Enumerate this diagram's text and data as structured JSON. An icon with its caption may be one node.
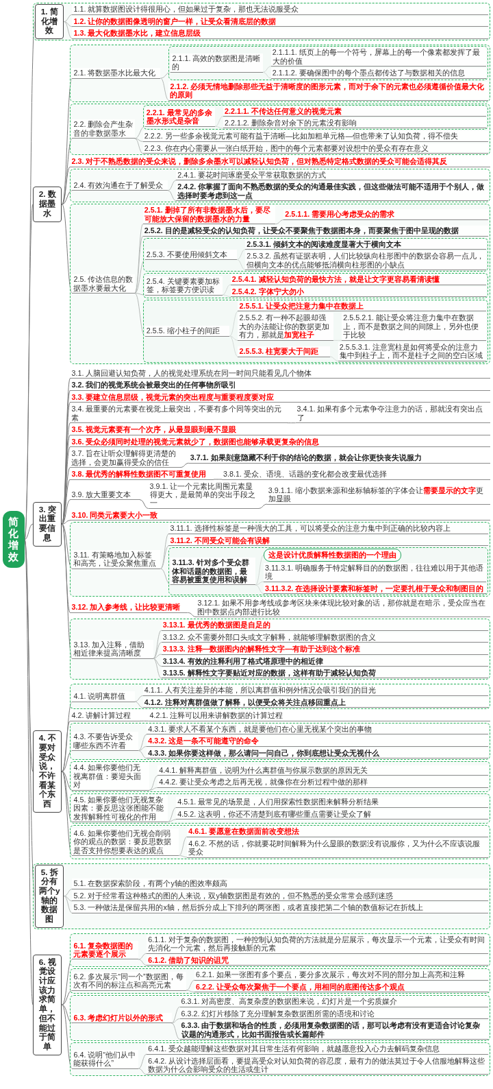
{
  "diagram": {
    "nodes": [
      {
        "text": [
          "简化增效"
        ]
      },
      {
        "text": [
          "1. 简化增效"
        ]
      },
      {
        "text": [
          "1.1. 就算数据图设计得很用心，但如果过于复杂，那也无法说服受众"
        ]
      },
      {
        "text": [
          "1.2. 让你的数据图像透明的窗户一样，让受众看清底层的数据"
        ]
      },
      {
        "text": [
          "1.3. 最大化数据墨水比，建立信息层级"
        ]
      },
      {
        "text": [
          "2. 数据墨水"
        ]
      },
      {
        "text": [
          "2.1. 将数据墨水比最大化"
        ]
      },
      {
        "text": [
          "2.1.1. 高效的数据图是清晰的"
        ]
      },
      {
        "text": [
          "2.1.1.1. 纸页上的每一个符号，屏幕上的每一个像素都发挥了最大的价值"
        ]
      },
      {
        "text": [
          "2.1.1.2. 要确保图中的每个墨点都传达了与数据相关的信息"
        ]
      },
      {
        "text": [
          "2.1.2. 必须无情地删除那些无益于清晰度的图形元素，而对于余下的元素也必须遵循价值最大化的原则"
        ]
      },
      {
        "text": [
          "2.2. 删除会产生杂音的非数据墨水"
        ]
      },
      {
        "text": [
          "2.2.1. 最常见的多余墨水形式是杂音"
        ]
      },
      {
        "text": [
          "2.2.1.1. 不传达任何意义的视觉元素"
        ]
      },
      {
        "text": [
          "2.2.1.2. 删除杂音对余下的元素没有影响"
        ]
      },
      {
        "text": [
          "2.2.2. 另一些多余视觉元素可能有益于清晰—比如加粗单元格—但也带来了认知负荷，得不偿失"
        ]
      },
      {
        "text": [
          "2.2.3. 你在内心需要从一张白纸开始，图中的每个元素都要对设想中的受众有存在意义"
        ]
      },
      {
        "text": [
          "2.3. 对于不熟悉数据的受众来说，删除多余墨水可以减轻认知负荷，但对熟悉特定格式数据的受众可能会适得其反"
        ]
      },
      {
        "text": [
          "2.4. 有效沟通在于了解受众"
        ]
      },
      {
        "text": [
          "2.4.1. 要花时间琢磨受众平常获取数据的方式"
        ]
      },
      {
        "text": [
          "2.4.2. 你掌握了面向不熟悉数据的受众的沟通最佳实践，但这些做法可能不适用于个别人，做选择时要考虑到这一点"
        ]
      },
      {
        "text": [
          "2.5. 传达信息的数据墨水要最大化"
        ]
      },
      {
        "text": [
          "2.5.1. 删掉了所有非数据墨水后，要尽可能放大保留的数据墨水的力量"
        ]
      },
      {
        "text": [
          "2.5.1.1. 需要用心考虑受众的需求"
        ]
      },
      {
        "text": [
          "2.5.2. 目的是减轻受众的认知负荷，让受众不要聚焦于数据图本身，而要聚焦于图中呈现的数据"
        ]
      },
      {
        "text": [
          "2.5.3. 不要使用倾斜文本"
        ]
      },
      {
        "text": [
          "2.5.3.1. 倾斜文本的阅读难度显著大于横向文本"
        ]
      },
      {
        "text": [
          "2.5.3.2. 虽然有证据表明，人们比较纵向柱形图中的数据会容易一点儿，但横向文本的优点能够抵消横向柱形图的小缺点"
        ]
      },
      {
        "text": [
          "2.5.4. 关键要素要加标签，标签要方便识读"
        ]
      },
      {
        "text": [
          "2.5.4.1. 减轻认知负荷的最快方法，就是让文字更容易看清读懂"
        ]
      },
      {
        "text": [
          "2.5.4.2. 字体宁大勿小"
        ]
      },
      {
        "text": [
          "2.5.5. 缩小柱子的间距"
        ]
      },
      {
        "text": [
          "2.5.5.1. 让受众把注意力集中在数据上"
        ]
      },
      {
        "text": [
          "2.5.5.2. 有一种不起眼却强大的办法能让你的数据更加有力，那就是**加宽柱子**"
        ]
      },
      {
        "text": [
          "2.5.5.2.1. 能让受众将注意力集中在数据上，而不是数据之间的间隙上，另外也便于比较"
        ]
      },
      {
        "text": [
          "2.5.5.3. 柱宽要大于间距"
        ]
      },
      {
        "text": [
          "2.5.5.3.1. 注意宽柱是如何将受众的注意力集中到柱子上，而不是柱子之间的空白区域"
        ]
      },
      {
        "text": [
          "3. 突出重要信息"
        ]
      },
      {
        "text": [
          "3.1. 人脑回避认知负荷，人的视觉处理系统在同一时间只能看见几个物体"
        ]
      },
      {
        "text": [
          "3.2. 我们的视觉系统会被最突出的任何事物所吸引"
        ]
      },
      {
        "text": [
          "3.3. 要建立信息层级，视觉元素的突出程度与重要程度要对应"
        ]
      },
      {
        "text": [
          "3.4. 最重要的元素要在视觉上最突出，不要有多个同等突出的元素"
        ]
      },
      {
        "text": [
          "3.4.1. 如果有多个元素争夺注意力的话，那就没有突出点了"
        ]
      },
      {
        "text": [
          "3.5. 视觉元素要有一个次序，从最显眼到最不显眼"
        ]
      },
      {
        "text": [
          "3.6. 受众必须同时处理的视觉元素就少了，数据图也能够承载更复杂的信息"
        ]
      },
      {
        "text": [
          "3.7. 旨在让听众理解得更清楚的选择，会更加赢得受众的信任"
        ]
      },
      {
        "text": [
          "3.7.1. 如果刻意隐藏不利于你的结论的数据，就会让你更快丧失说服力"
        ]
      },
      {
        "text": [
          "3.8. 最优秀的解释性数据图不可重复使用"
        ]
      },
      {
        "text": [
          "3.8.1. 受众、语境、话题的变化都会改变最优选择"
        ]
      },
      {
        "text": [
          "3.9. 放大重要文本"
        ]
      },
      {
        "text": [
          "3.9.1. 让一个元素比周围元素显得更大，是最简单的突出手段之一"
        ]
      },
      {
        "text": [
          "3.9.1.1. 缩小数据来源和坐标轴标签的字体会让**需要显示的文字**更加显眼"
        ]
      },
      {
        "text": [
          "3.10. 同类元素要大小一致"
        ]
      },
      {
        "text": [
          "3.11. 有策略地加入标签和高亮，让受众聚焦重点"
        ]
      },
      {
        "text": [
          "3.11.1. 选择性标签是一种强大的工具，可以将受众的注意力集中到正确的比较内容上"
        ]
      },
      {
        "text": [
          "3.11.2. 不同受众可能会有误解"
        ]
      },
      {
        "text": [
          "3.11.3. 针对多个受众群体和话题的数据图，最容易被重复使用和误解"
        ]
      },
      {
        "text": [
          "这是设计优质解释性数据图的一个理由"
        ]
      },
      {
        "text": [
          "3.11.3.1. 明确服务于特定解释目的的数据图，往往难以用于其他语境"
        ]
      },
      {
        "text": [
          "3.11.3.2. 在选择设计要素和标签时，一定要扎根于受众和制图目的"
        ]
      },
      {
        "text": [
          "3.12. 加入参考线，让比较更清晰"
        ]
      },
      {
        "text": [
          "3.12.1. 如果不用参考线或参考区块来体现比较对象的话，那你就是在暗示，受众应当在图中数据点内部进行比较"
        ]
      },
      {
        "text": [
          "3.13. 加入注释，借助相近律来提高清晰度"
        ]
      },
      {
        "text": [
          "3.13.1. 最优秀的数据图是自足的"
        ]
      },
      {
        "text": [
          "3.13.2. 众不需要外部口头或文字解释，就能够理解数据图的含义"
        ]
      },
      {
        "text": [
          "3.13.3. 注释—数据图内的解释性文字—有助于达到这个标准"
        ]
      },
      {
        "text": [
          "3.13.4. 有效的注释利用了格式塔原理中的相近律"
        ]
      },
      {
        "text": [
          "3.13.5. 解释性文字要贴近对应的数据，这样有助于减轻认知负荷"
        ]
      },
      {
        "text": [
          "4. 不要对受众说，不许看某个东西"
        ]
      },
      {
        "text": [
          "4.1. 说明离群值"
        ]
      },
      {
        "text": [
          "4.1.1. 人有关注差异的本能，所以离群值和例外情况会吸引我们的目光"
        ]
      },
      {
        "text": [
          "4.1.2. 注释对离群值做了解释，以便受众将关注点移回重点上"
        ]
      },
      {
        "text": [
          "4.2. 讲解计算过程"
        ]
      },
      {
        "text": [
          "4.2.1. 注释可以用来讲解数据的计算过程"
        ]
      },
      {
        "text": [
          "4.3. 不要告诉受众哪些东西不许看"
        ]
      },
      {
        "text": [
          "4.3.1. 要求人不看某个东西，就是要他们在心里无视某个突出的事物"
        ]
      },
      {
        "text": [
          "4.3.2. 这是一条不可能遵守的命令"
        ]
      },
      {
        "text": [
          "4.3.3. 如果你要这样做，那么请问一问自己，你到底想让受众无视什么"
        ]
      },
      {
        "text": [
          "4.4. 如果你要他们无视离群值：要迎头面对"
        ]
      },
      {
        "text": [
          "4.4.1. 解释离群值，说明为什么离群值与你展示数据的原因无关"
        ]
      },
      {
        "text": [
          "4.4.2. 要让受众考虑之后再无视，就像你在分析过程中做的那样"
        ]
      },
      {
        "text": [
          "4.5. 如果你要他们无视复杂因素：要反思这张图能不能发挥解释性可视化的作用"
        ]
      },
      {
        "text": [
          "4.5.1. 最常见的场景是，人们用探索性数据图来解释分析结果"
        ]
      },
      {
        "text": [
          "4.5.2. 这表明，你还不清楚到底有哪些重点需要让受众了解"
        ]
      },
      {
        "text": [
          "4.6. 如果你要他们无视会削弱你的观点的数据：要反思数据是否支持你想要表达的观点"
        ]
      },
      {
        "text": [
          "4.6.1. 要愿意在数据面前改变想法"
        ]
      },
      {
        "text": [
          "4.6.2. 不然的话，你就要花时间解释为什么显眼的数据没有说服你，又为什么不应该说服受众"
        ]
      },
      {
        "text": [
          "5. 拆分有两个y轴的数据图"
        ]
      },
      {
        "text": [
          "5.1. 在数据探索阶段，有两个y轴的图效率颇高"
        ]
      },
      {
        "text": [
          "5.2. 对于经常看这种格式的图的人来说，双y轴数据图是有效的，但不熟悉的受众常常会感到迷惑"
        ]
      },
      {
        "text": [
          "5.3. 一种做法是保留共用的x轴，然后拆分成上下排列的两张图，或者直接把第二个轴的数值标记在折线上"
        ]
      },
      {
        "text": [
          "6. 视觉设计应该力求简单，但不能过于简单"
        ]
      },
      {
        "text": [
          "6.1. 复杂数据图的元素要逐个展示"
        ]
      },
      {
        "text": [
          "6.1.1. 对于复杂的数据图，一种控制认知负荷的方法就是分层展示，每次显示一个元素，让受众有时间先消化一个元素，然后再接触新的元素"
        ]
      },
      {
        "text": [
          "6.1.2. 借助了知识的诅咒"
        ]
      },
      {
        "text": [
          "6.2. 多次展示“同一个”数据图，每次有不同的标注点和高亮元素"
        ]
      },
      {
        "text": [
          "6.2.1. 如果一张图有多个要点，要分多次展示，每次对不同的部分加上高亮和注释"
        ]
      },
      {
        "text": [
          "6.2.2. 让受众每次聚焦于一个要点，用相同的底图传达多个观点"
        ]
      },
      {
        "text": [
          "6.3. 考虑幻灯片以外的形式"
        ]
      },
      {
        "text": [
          "6.3.1. 对高密度、高复杂度的数据图来说，幻灯片是一个劣质媒介"
        ]
      },
      {
        "text": [
          "6.3.2. 幻灯片移除了充分理解复杂数据图所需的语境和讨论"
        ]
      },
      {
        "text": [
          "6.3.3. 由于数据和场合的性质，必须用复杂数据图的话，那可以考虑有没有更适合讨论复杂议题的沟通形式，比如书面报告或长篇邮件"
        ]
      },
      {
        "text": [
          "6.4. 说明“他们从中能获得什么”"
        ]
      },
      {
        "text": [
          "6.4.1. 受众越能理解这些数据对其日常生活有何影响，就越愿意投入心力去解码复杂信息"
        ]
      },
      {
        "text": [
          "6.4.2. 从设计选择层面看，要提高受众对认知负荷的容忍度，最有力的做法莫过于令人信服地解释这些数据为什么会影响受众的生活或生计"
        ]
      }
    ],
    "edges": [
      {
        "from": 0,
        "to": 1,
        "arrow": "none"
      },
      {
        "from": 1,
        "to": 2,
        "arrow": "none"
      },
      {
        "from": 1,
        "to": 3,
        "arrow": "none"
      },
      {
        "from": 1,
        "to": 4,
        "arrow": "none"
      },
      {
        "from": 0,
        "to": 5,
        "arrow": "none"
      },
      {
        "from": 5,
        "to": 6,
        "arrow": "none"
      },
      {
        "from": 6,
        "to": 7,
        "arrow": "none"
      },
      {
        "from": 7,
        "to": 8,
        "arrow": "none"
      },
      {
        "from": 7,
        "to": 9,
        "arrow": "none"
      },
      {
        "from": 6,
        "to": 10,
        "arrow": "none"
      },
      {
        "from": 5,
        "to": 11,
        "arrow": "none"
      },
      {
        "from": 11,
        "to": 12,
        "arrow": "none"
      },
      {
        "from": 12,
        "to": 13,
        "arrow": "none"
      },
      {
        "from": 12,
        "to": 14,
        "arrow": "none"
      },
      {
        "from": 11,
        "to": 15,
        "arrow": "none"
      },
      {
        "from": 11,
        "to": 16,
        "arrow": "none"
      },
      {
        "from": 5,
        "to": 17,
        "arrow": "none"
      },
      {
        "from": 5,
        "to": 18,
        "arrow": "none"
      },
      {
        "from": 18,
        "to": 19,
        "arrow": "none"
      },
      {
        "from": 18,
        "to": 20,
        "arrow": "none"
      },
      {
        "from": 5,
        "to": 21,
        "arrow": "none"
      },
      {
        "from": 21,
        "to": 22,
        "arrow": "none"
      },
      {
        "from": 22,
        "to": 23,
        "arrow": "none"
      },
      {
        "from": 21,
        "to": 24,
        "arrow": "none"
      },
      {
        "from": 21,
        "to": 25,
        "arrow": "none"
      },
      {
        "from": 25,
        "to": 26,
        "arrow": "none"
      },
      {
        "from": 25,
        "to": 27,
        "arrow": "none"
      },
      {
        "from": 21,
        "to": 28,
        "arrow": "none"
      },
      {
        "from": 28,
        "to": 29,
        "arrow": "none"
      },
      {
        "from": 28,
        "to": 30,
        "arrow": "none"
      },
      {
        "from": 21,
        "to": 31,
        "arrow": "none"
      },
      {
        "from": 31,
        "to": 32,
        "arrow": "none"
      },
      {
        "from": 31,
        "to": 33,
        "arrow": "none"
      },
      {
        "from": 33,
        "to": 34,
        "arrow": "none"
      },
      {
        "from": 31,
        "to": 35,
        "arrow": "none"
      },
      {
        "from": 35,
        "to": 36,
        "arrow": "none"
      },
      {
        "from": 0,
        "to": 37,
        "arrow": "none"
      },
      {
        "from": 37,
        "to": 38,
        "arrow": "none"
      },
      {
        "from": 37,
        "to": 39,
        "arrow": "none"
      },
      {
        "from": 37,
        "to": 40,
        "arrow": "none"
      },
      {
        "from": 37,
        "to": 41,
        "arrow": "none"
      },
      {
        "from": 41,
        "to": 42,
        "arrow": "none"
      },
      {
        "from": 37,
        "to": 43,
        "arrow": "none"
      },
      {
        "from": 37,
        "to": 44,
        "arrow": "none"
      },
      {
        "from": 37,
        "to": 45,
        "arrow": "none"
      },
      {
        "from": 45,
        "to": 46,
        "arrow": "none"
      },
      {
        "from": 37,
        "to": 47,
        "arrow": "none"
      },
      {
        "from": 47,
        "to": 48,
        "arrow": "none"
      },
      {
        "from": 37,
        "to": 49,
        "arrow": "none"
      },
      {
        "from": 49,
        "to": 50,
        "arrow": "none"
      },
      {
        "from": 50,
        "to": 51,
        "arrow": "none"
      },
      {
        "from": 37,
        "to": 52,
        "arrow": "none"
      },
      {
        "from": 37,
        "to": 53,
        "arrow": "none"
      },
      {
        "from": 53,
        "to": 54,
        "arrow": "none"
      },
      {
        "from": 53,
        "to": 55,
        "arrow": "none"
      },
      {
        "from": 53,
        "to": 56,
        "arrow": "none"
      },
      {
        "from": 56,
        "to": 57,
        "arrow": "none"
      },
      {
        "from": 56,
        "to": 58,
        "arrow": "none"
      },
      {
        "from": 56,
        "to": 59,
        "arrow": "none"
      },
      {
        "from": 37,
        "to": 60,
        "arrow": "none"
      },
      {
        "from": 60,
        "to": 61,
        "arrow": "none"
      },
      {
        "from": 37,
        "to": 62,
        "arrow": "none"
      },
      {
        "from": 62,
        "to": 63,
        "arrow": "none"
      },
      {
        "from": 62,
        "to": 64,
        "arrow": "none"
      },
      {
        "from": 62,
        "to": 65,
        "arrow": "none"
      },
      {
        "from": 62,
        "to": 66,
        "arrow": "none"
      },
      {
        "from": 62,
        "to": 67,
        "arrow": "none"
      },
      {
        "from": 0,
        "to": 68,
        "arrow": "none"
      },
      {
        "from": 68,
        "to": 69,
        "arrow": "none"
      },
      {
        "from": 69,
        "to": 70,
        "arrow": "none"
      },
      {
        "from": 69,
        "to": 71,
        "arrow": "none"
      },
      {
        "from": 68,
        "to": 72,
        "arrow": "none"
      },
      {
        "from": 72,
        "to": 73,
        "arrow": "none"
      },
      {
        "from": 68,
        "to": 74,
        "arrow": "none"
      },
      {
        "from": 74,
        "to": 75,
        "arrow": "none"
      },
      {
        "from": 74,
        "to": 76,
        "arrow": "none"
      },
      {
        "from": 74,
        "to": 77,
        "arrow": "none"
      },
      {
        "from": 68,
        "to": 78,
        "arrow": "none"
      },
      {
        "from": 78,
        "to": 79,
        "arrow": "none"
      },
      {
        "from": 78,
        "to": 80,
        "arrow": "none"
      },
      {
        "from": 68,
        "to": 81,
        "arrow": "none"
      },
      {
        "from": 81,
        "to": 82,
        "arrow": "none"
      },
      {
        "from": 81,
        "to": 83,
        "arrow": "none"
      },
      {
        "from": 68,
        "to": 84,
        "arrow": "none"
      },
      {
        "from": 84,
        "to": 85,
        "arrow": "none"
      },
      {
        "from": 84,
        "to": 86,
        "arrow": "none"
      },
      {
        "from": 0,
        "to": 87,
        "arrow": "none"
      },
      {
        "from": 87,
        "to": 88,
        "arrow": "none"
      },
      {
        "from": 87,
        "to": 89,
        "arrow": "none"
      },
      {
        "from": 87,
        "to": 90,
        "arrow": "none"
      },
      {
        "from": 0,
        "to": 91,
        "arrow": "none"
      },
      {
        "from": 91,
        "to": 92,
        "arrow": "none"
      },
      {
        "from": 92,
        "to": 93,
        "arrow": "none"
      },
      {
        "from": 92,
        "to": 94,
        "arrow": "none"
      },
      {
        "from": 91,
        "to": 95,
        "arrow": "none"
      },
      {
        "from": 95,
        "to": 96,
        "arrow": "none"
      },
      {
        "from": 95,
        "to": 97,
        "arrow": "none"
      },
      {
        "from": 91,
        "to": 98,
        "arrow": "none"
      },
      {
        "from": 98,
        "to": 99,
        "arrow": "none"
      },
      {
        "from": 98,
        "to": 100,
        "arrow": "none"
      },
      {
        "from": 98,
        "to": 101,
        "arrow": "none"
      },
      {
        "from": 91,
        "to": 102,
        "arrow": "none"
      },
      {
        "from": 102,
        "to": 103,
        "arrow": "none"
      },
      {
        "from": 102,
        "to": 104,
        "arrow": "none"
      }
    ]
  }
}
